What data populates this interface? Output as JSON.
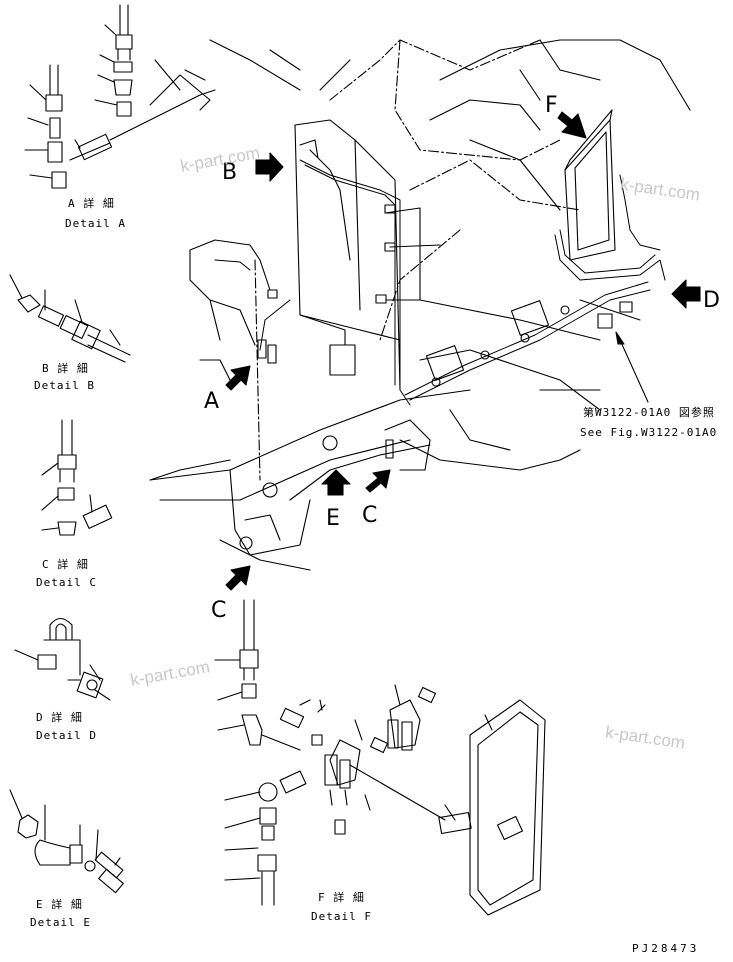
{
  "details": {
    "a": {
      "jp": "A 詳 細",
      "en": "Detail A"
    },
    "b": {
      "jp": "B 詳 細",
      "en": "Detail B"
    },
    "c": {
      "jp": "C 詳 細",
      "en": "Detail C"
    },
    "d": {
      "jp": "D 詳 細",
      "en": "Detail D"
    },
    "e": {
      "jp": "E 詳 細",
      "en": "Detail E"
    },
    "f": {
      "jp": "F 詳 細",
      "en": "Detail F"
    }
  },
  "view_letters": {
    "a": "A",
    "b": "B",
    "c": "C",
    "c2": "C",
    "d": "D",
    "e": "E",
    "f": "F"
  },
  "reference": {
    "jp": "第W3122-01A0 図参照",
    "en": "See Fig.W3122-01A0"
  },
  "watermark": "k-part.com",
  "drawing_code": "PJ28473"
}
